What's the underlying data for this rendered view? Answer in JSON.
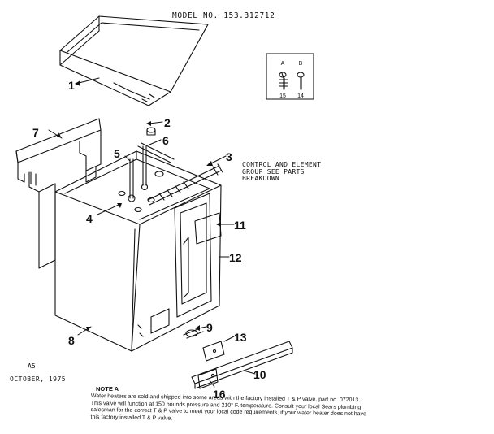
{
  "header": {
    "model_label": "MODEL NO.",
    "model_number": "153.312712"
  },
  "callouts": [
    "1",
    "2",
    "3",
    "4",
    "5",
    "6",
    "7",
    "8",
    "9",
    "10",
    "11",
    "12",
    "13",
    "16"
  ],
  "inset": {
    "labels": [
      "A",
      "B"
    ],
    "numbers": [
      "15",
      "14"
    ]
  },
  "control_note": [
    "CONTROL AND ELEMENT",
    "GROUP SEE PARTS",
    "BREAKDOWN"
  ],
  "footer": {
    "revision": "A5",
    "date": "OCTOBER, 1975"
  },
  "note": {
    "title": "NOTE A",
    "lines": [
      "Water heaters are sold and shipped into some areas with the factory installed T & P valve, part no. 072013.",
      "This valve will function at 150 pounds pressure and 210° F. temperature. Consult your local Sears plumbing",
      "salesman for the correct T & P valve to meet your local code requirements, if your water heater does not have",
      "this factory installed T & P valve."
    ]
  }
}
